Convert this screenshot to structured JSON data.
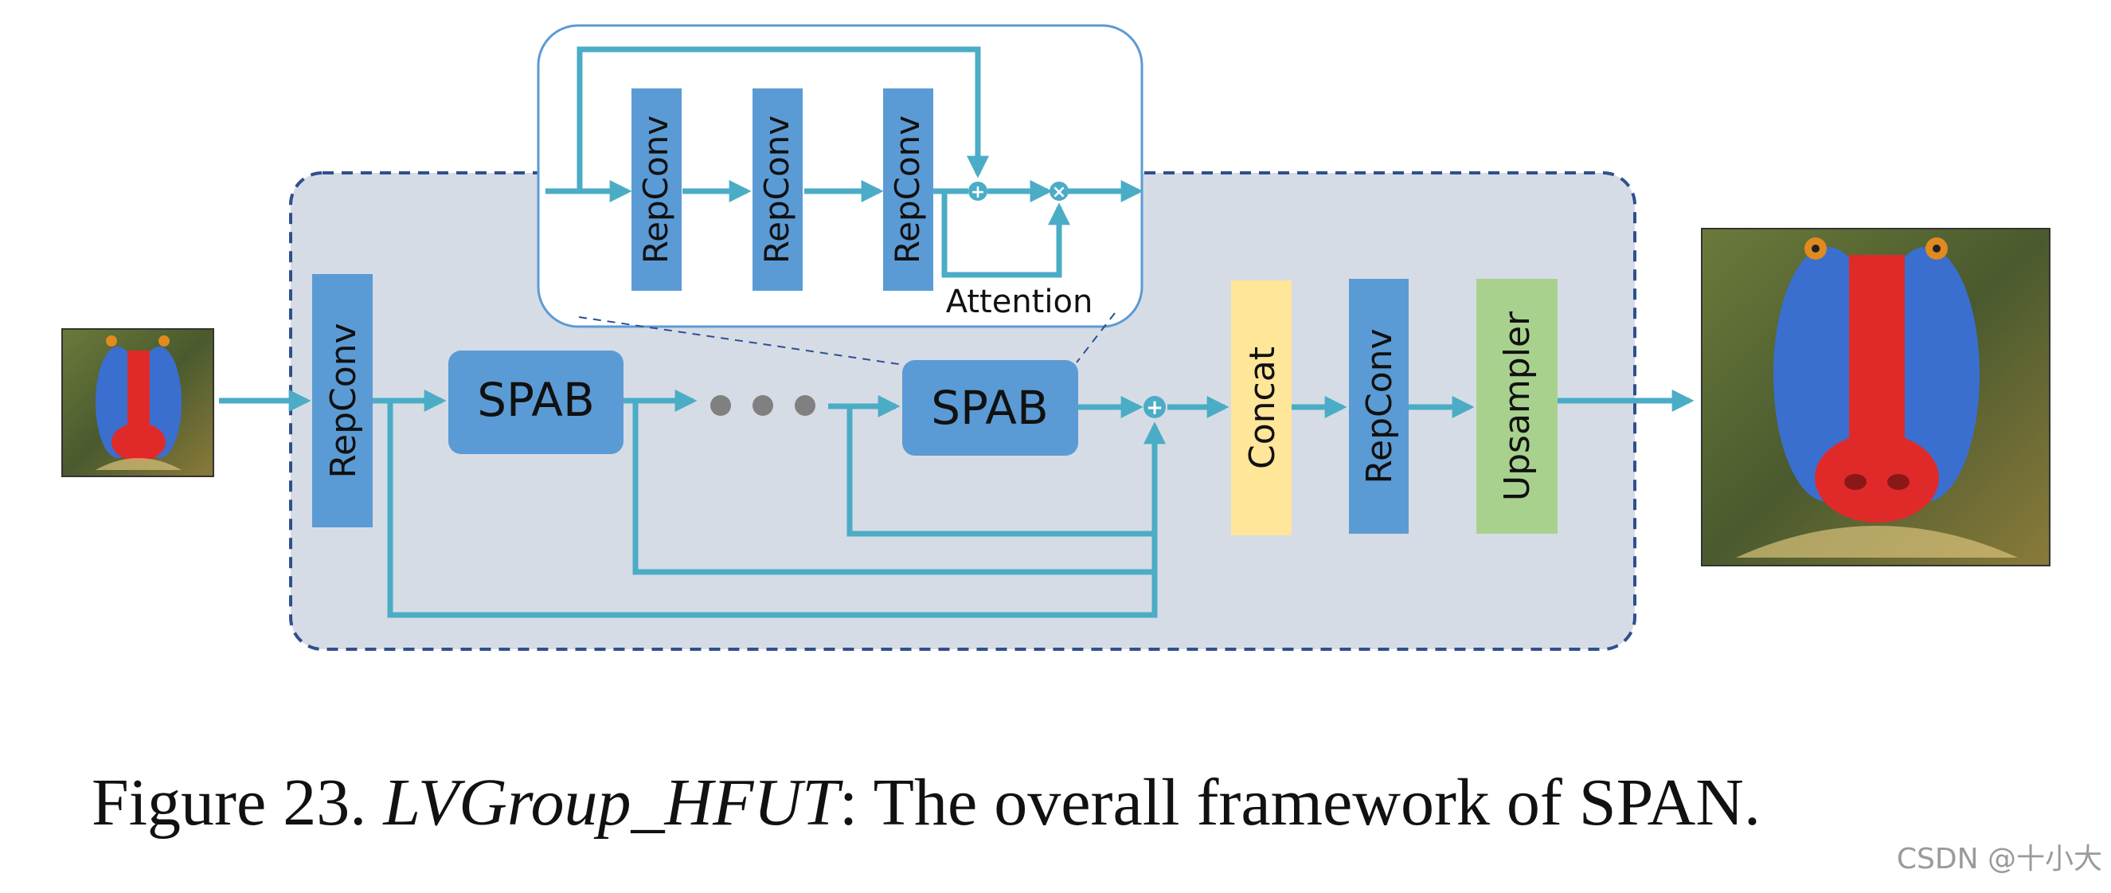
{
  "diagram": {
    "colors": {
      "block_blue": "#5b9bd5",
      "arrow_cyan": "#4bacc6",
      "panel_fill": "#d6dce5",
      "panel_border": "#2f4f8f",
      "concat_yellow": "#ffe699",
      "upsampler_green": "#a9d18e",
      "inset_border": "#5b9bd5"
    },
    "blocks": {
      "input_repconv": "RepConv",
      "spab_1": "SPAB",
      "spab_n": "SPAB",
      "concat": "Concat",
      "repconv_out": "RepConv",
      "upsampler": "Upsampler"
    },
    "inset": {
      "repconv_1": "RepConv",
      "repconv_2": "RepConv",
      "repconv_3": "RepConv",
      "attention_label": "Attention",
      "add_op": "+",
      "mul_op": "×"
    },
    "ops": {
      "main_add": "+"
    },
    "images": {
      "input": "mandrill-low-res-image",
      "output": "mandrill-high-res-image"
    }
  },
  "caption": {
    "prefix": "Figure 23. ",
    "team": "LVGroup_HFUT",
    "rest": ": The overall framework of SPAN."
  },
  "watermark": "CSDN @十小大"
}
